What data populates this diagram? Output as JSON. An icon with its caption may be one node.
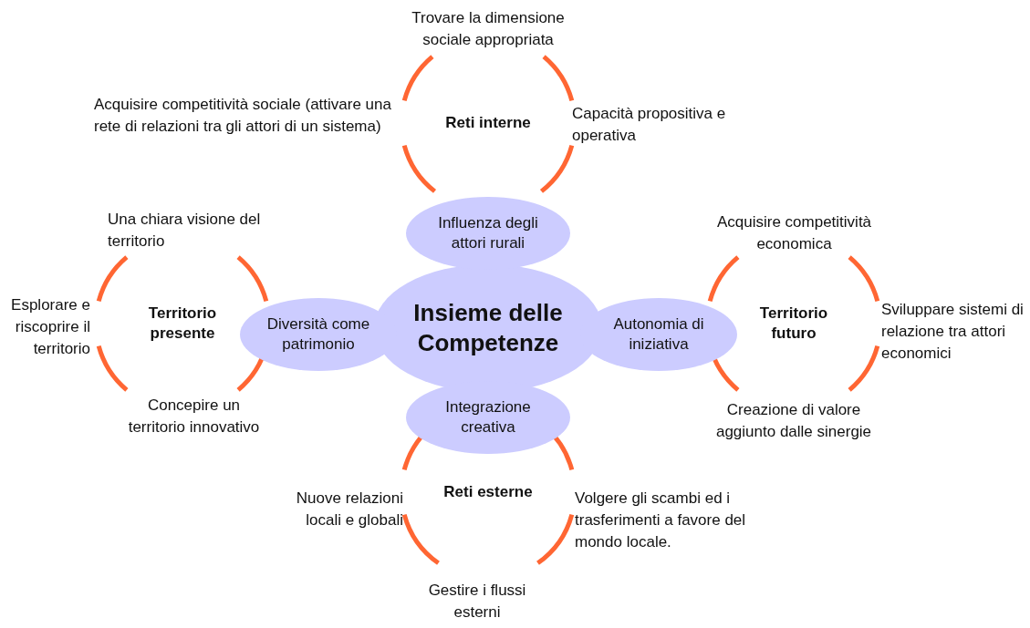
{
  "diagram": {
    "nodes": [
      {
        "text": [
          "Insieme delle Competenze"
        ]
      },
      {
        "text": [
          "Influenza degli attori rurali"
        ]
      },
      {
        "text": [
          "Diversità come patrimonio"
        ]
      },
      {
        "text": [
          "Autonomia di iniziativa"
        ]
      },
      {
        "text": [
          "Integrazione creativa"
        ]
      },
      {
        "text": [
          "Reti interne"
        ],
        "beside": [
          "Trovare la dimensione sociale appropriata",
          "Acquisire competitività sociale (attivare una rete di relazioni tra gli attori di un sistema)",
          "Capacità propositiva e operativa"
        ]
      },
      {
        "text": [
          "Territorio presente"
        ],
        "beside": [
          "Una chiara visione del territorio",
          "Esplorare e riscoprire il territorio",
          "Concepire un territorio innovativo"
        ]
      },
      {
        "text": [
          "Territorio futuro"
        ],
        "beside": [
          "Acquisire competitività economica",
          "Sviluppare sistemi di relazione tra attori economici",
          "Creazione di valore aggiunto dalle sinergie"
        ]
      },
      {
        "text": [
          "Reti esterne"
        ],
        "beside": [
          "Nuove relazioni locali e globali",
          "Volgere gli scambi ed i trasferimenti a favore del mondo locale.",
          "Gestire i flussi esterni"
        ]
      }
    ],
    "edges": []
  }
}
